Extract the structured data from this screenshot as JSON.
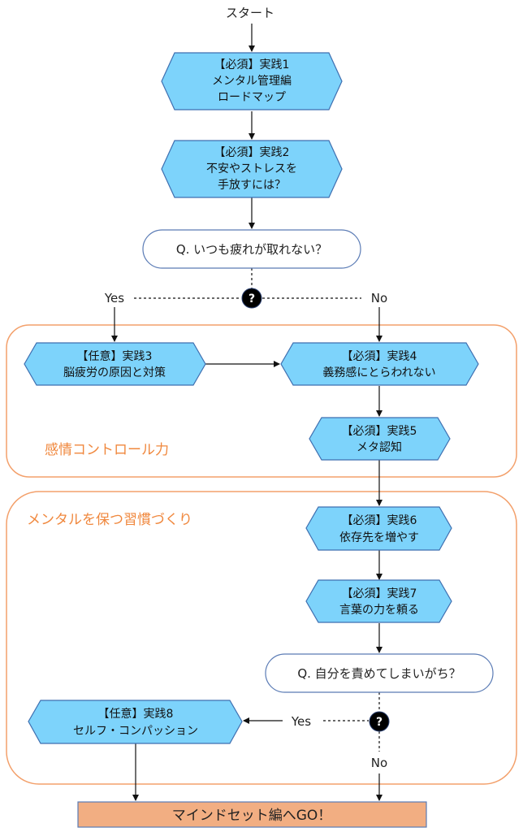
{
  "diagram": {
    "colors": {
      "step_fill": "#7dd3fb",
      "step_stroke": "#3f6fb0",
      "group_stroke": "#f3a06b",
      "group_label": "#f0883e",
      "goal_fill": "#f2ae82",
      "decision_fill": "#000000"
    },
    "start": "スタート",
    "steps": {
      "s1": [
        "【必須】実践1",
        "メンタル管理編",
        "ロードマップ"
      ],
      "s2": [
        "【必須】実践2",
        "不安やストレスを",
        "手放すには？"
      ],
      "s3": [
        "【任意】実践3",
        "脳疲労の原因と対策"
      ],
      "s4": [
        "【必須】実践4",
        "義務感にとらわれない"
      ],
      "s5": [
        "【必須】実践5",
        "メタ認知"
      ],
      "s6": [
        "【必須】実践6",
        "依存先を増やす"
      ],
      "s7": [
        "【必須】実践7",
        "言葉の力を頼る"
      ],
      "s8": [
        "【任意】実践8",
        "セルフ・コンパッション"
      ]
    },
    "questions": {
      "q1": "Q. いつも疲れが取れない？",
      "q2": "Q. 自分を責めてしまいがち？"
    },
    "decision_symbol": "?",
    "branch_labels": {
      "yes": "Yes",
      "no": "No"
    },
    "groups": {
      "g1": "感情コントロール力",
      "g2": "メンタルを保つ習慣づくり"
    },
    "goal": "マインドセット編へGO！"
  }
}
